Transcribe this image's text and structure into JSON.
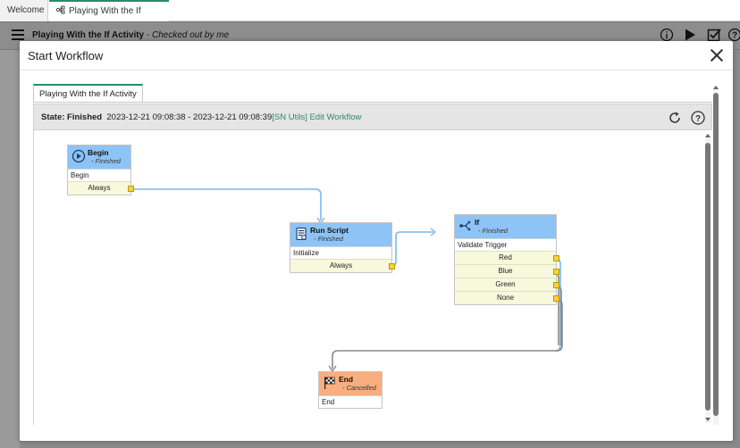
{
  "tabs": [
    {
      "label": "Welcome"
    },
    {
      "label": "Playing With the If Activity"
    }
  ],
  "appbar": {
    "title": "Playing With the If Activity",
    "subtitle": " - Checked out by me"
  },
  "modal": {
    "title": "Start Workflow",
    "inner_tab": "Playing With the If Activity",
    "state_label": "State: Finished",
    "state_range": "2023-12-21 09:08:38 - 2023-12-21 09:08:39",
    "edit_link": "[SN Utils] Edit Workflow"
  },
  "colors": {
    "accent": "#2b8a6f",
    "node_finished": "#8ec4f5",
    "node_cancelled": "#f8ae7e",
    "connector_active": "#7ab8f0",
    "connector_inactive": "#8a8a8a"
  },
  "nodes": {
    "begin": {
      "name": "Begin",
      "status": "- Finished",
      "desc": "Begin",
      "icon": "play-icon",
      "conditions": [
        "Always"
      ]
    },
    "run_script": {
      "name": "Run Script",
      "status": "- Finished",
      "desc": "Initialize",
      "icon": "script-icon",
      "conditions": [
        "Always"
      ]
    },
    "if": {
      "name": "If",
      "status": "- Finished",
      "desc": "Validate Trigger",
      "icon": "branch-icon",
      "conditions": [
        "Red",
        "Blue",
        "Green",
        "None"
      ]
    },
    "end": {
      "name": "End",
      "status": "- Cancelled",
      "desc": "End",
      "icon": "checkered-flag-icon",
      "conditions": []
    }
  }
}
